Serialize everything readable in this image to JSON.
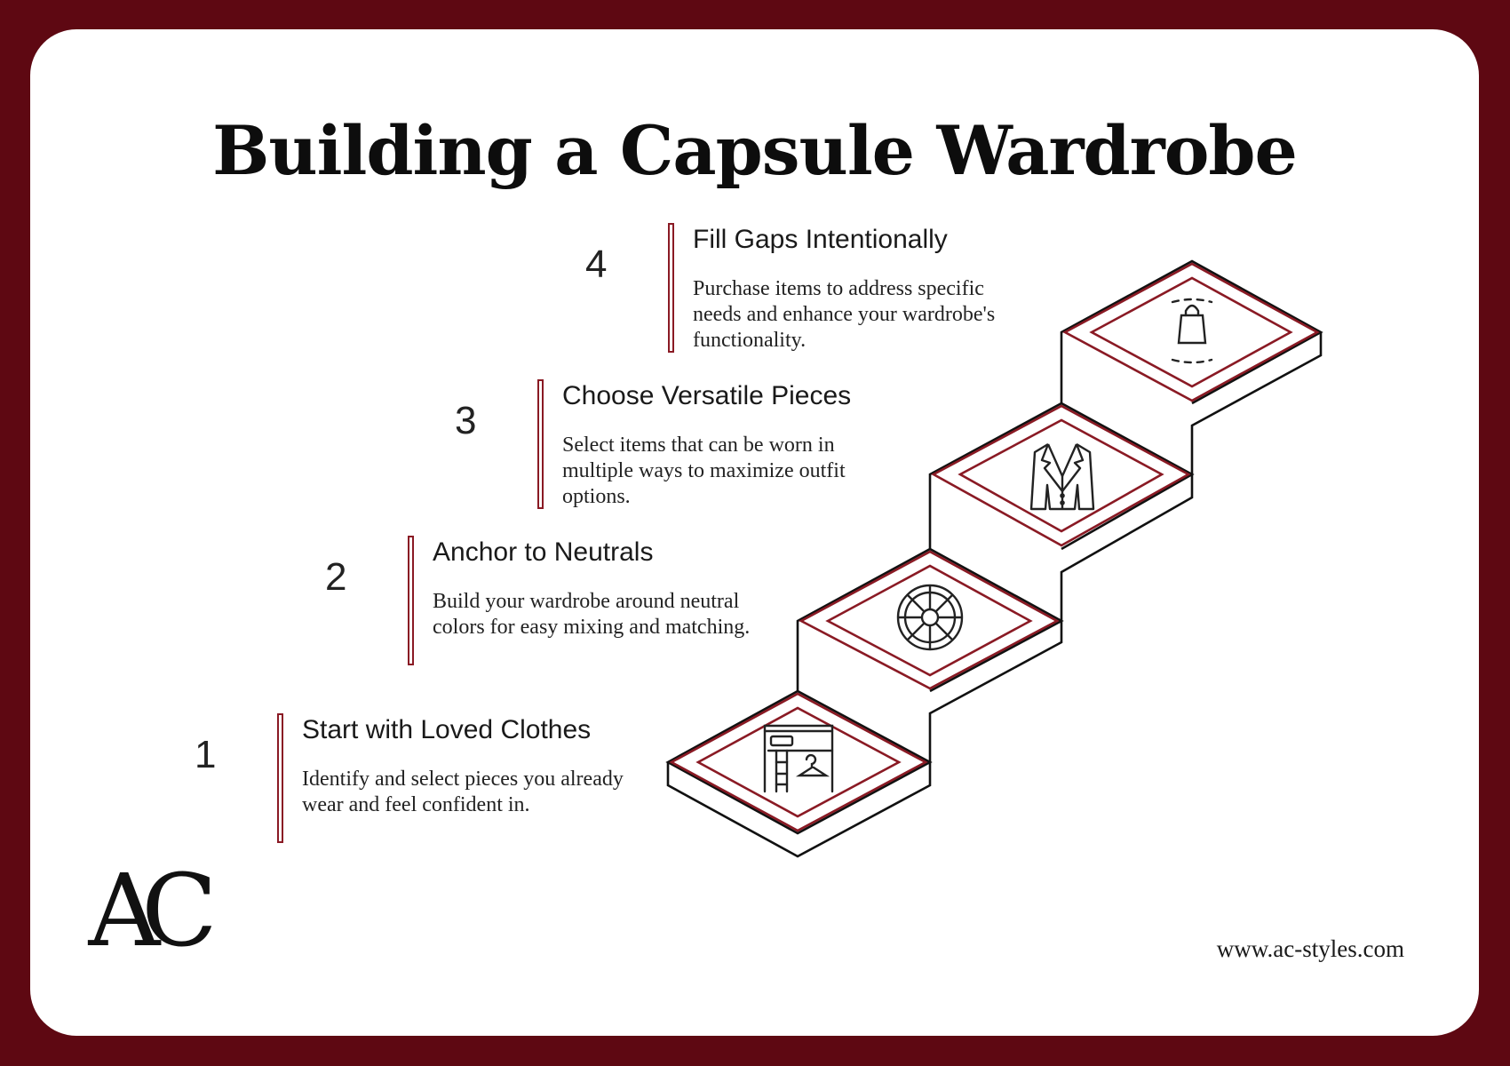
{
  "title": "Building a Capsule Wardrobe",
  "steps": [
    {
      "num": "1",
      "heading": "Start with Loved Clothes",
      "description": "Identify and select pieces you already wear and feel confident in.",
      "icon": "wardrobe-hanger-icon"
    },
    {
      "num": "2",
      "heading": "Anchor to Neutrals",
      "description": "Build your wardrobe around neutral colors for easy mixing and matching.",
      "icon": "color-wheel-icon"
    },
    {
      "num": "3",
      "heading": "Choose Versatile Pieces",
      "description": "Select items that can be worn in multiple ways to maximize outfit options.",
      "icon": "blazer-icon"
    },
    {
      "num": "4",
      "heading": "Fill Gaps Intentionally",
      "description": "Purchase items to address specific needs and enhance your wardrobe's functionality.",
      "icon": "shopping-bag-icon"
    }
  ],
  "logo": "AC",
  "url": "www.ac-styles.com",
  "colors": {
    "frame": "#5e0812",
    "accent": "#8a1a24",
    "card": "#ffffff",
    "text": "#161616"
  }
}
